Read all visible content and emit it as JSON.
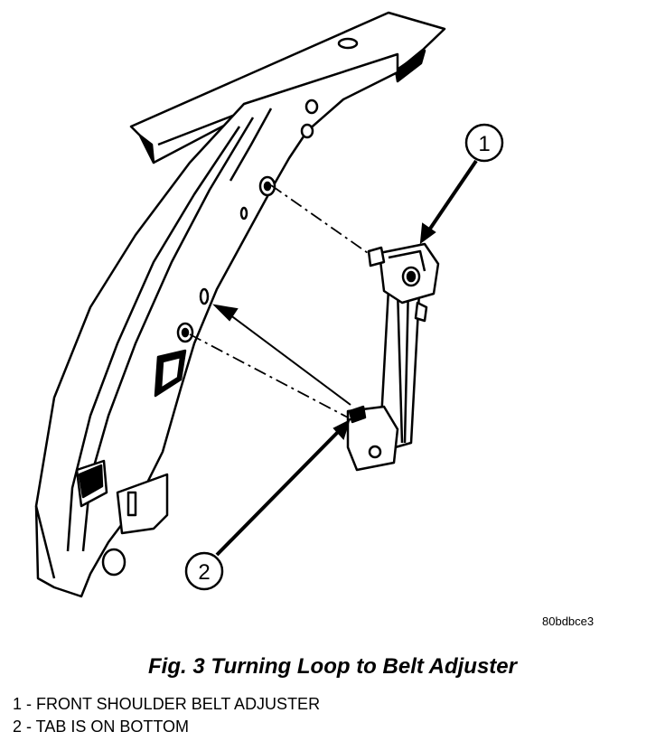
{
  "figure": {
    "code": "80bdbce3",
    "caption": "Fig. 3 Turning Loop to Belt Adjuster",
    "callouts": [
      {
        "number": "1",
        "label": "FRONT SHOULDER BELT ADJUSTER"
      },
      {
        "number": "2",
        "label": "TAB IS ON BOTTOM"
      }
    ],
    "legend": [
      "1 - FRONT SHOULDER BELT ADJUSTER",
      "2 - TAB IS ON BOTTOM"
    ]
  }
}
